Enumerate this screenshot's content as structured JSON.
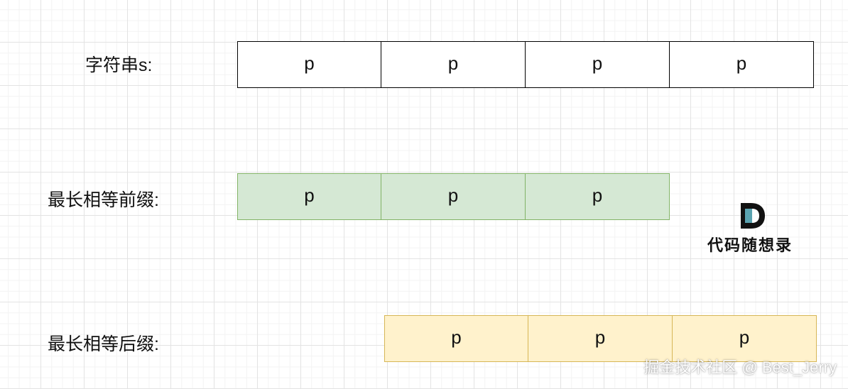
{
  "rows": {
    "s": {
      "label": "字符串s:",
      "cells": [
        "p",
        "p",
        "p",
        "p"
      ],
      "fill": "#ffffff",
      "stroke": "#000000"
    },
    "prefix": {
      "label": "最长相等前缀:",
      "cells": [
        "p",
        "p",
        "p"
      ],
      "fill": "#d5e8d4",
      "stroke": "#82b366"
    },
    "suffix": {
      "label": "最长相等后缀:",
      "cells": [
        "p",
        "p",
        "p"
      ],
      "fill": "#fff2cc",
      "stroke": "#d6b656"
    }
  },
  "logo": {
    "text": "代码随想录",
    "icon": "d-letter-logo-icon"
  },
  "watermark": "掘金技术社区 @ Best_Jerry"
}
